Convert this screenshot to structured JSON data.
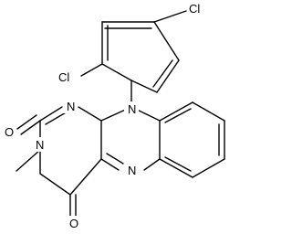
{
  "molecule": {
    "atoms": {
      "cl_top": "Cl",
      "cl_left": "Cl",
      "n_ring_top": "N",
      "n_top_right": "N",
      "n_methyl": "N",
      "n_bottom": "N",
      "o_upper": "O",
      "o_lower": "O"
    }
  }
}
